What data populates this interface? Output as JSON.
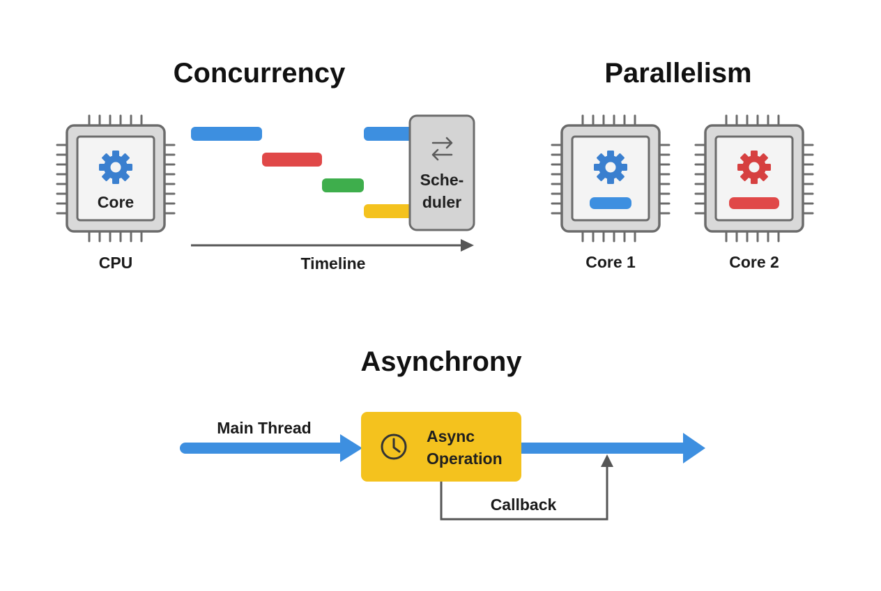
{
  "concurrency": {
    "title": "Concurrency",
    "cpu": {
      "core_label": "Core",
      "caption": "CPU"
    },
    "scheduler": {
      "line1": "Sche-",
      "line2": "duler"
    },
    "timeline_label": "Timeline"
  },
  "parallelism": {
    "title": "Parallelism",
    "cores": [
      {
        "label": "Core 1",
        "task_color": "#3d8fe0"
      },
      {
        "label": "Core 2",
        "task_color": "#e04848"
      }
    ]
  },
  "asynchrony": {
    "title": "Asynchrony",
    "main_thread_label": "Main Thread",
    "async_op": {
      "line1": "Async",
      "line2": "Operation"
    },
    "callback_label": "Callback"
  },
  "colors": {
    "blue": "#3d8fe0",
    "red": "#e04848",
    "green": "#3eae4c",
    "yellow": "#f4c21e",
    "chip_border": "#6b6b6b",
    "chip_fill": "#d9d9d9",
    "gear_blue": "#3a7fcf",
    "gear_red": "#d64040",
    "arrow_gray": "#555555"
  },
  "icons": [
    "gear-icon",
    "swap-arrows-icon",
    "clock-icon"
  ]
}
